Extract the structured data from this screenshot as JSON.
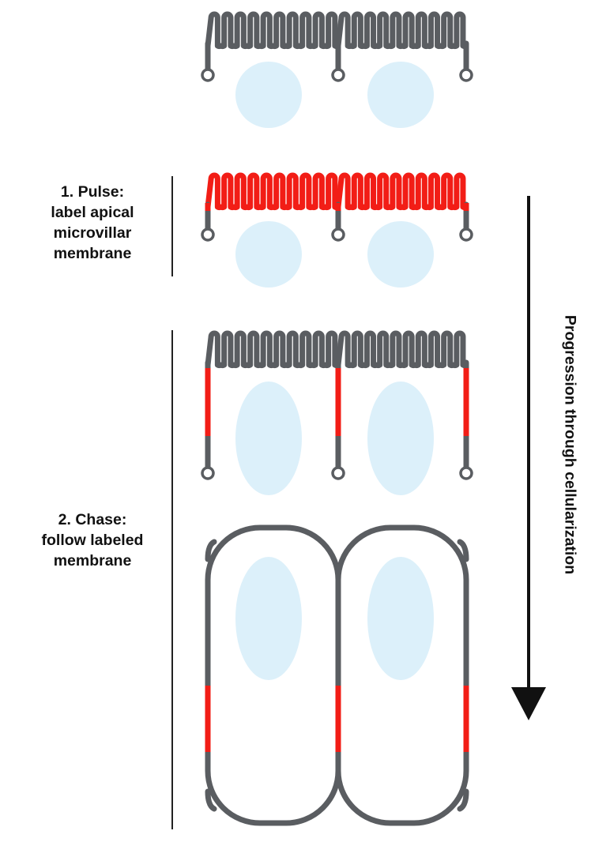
{
  "labels": {
    "pulse": [
      "1. Pulse:",
      "label apical",
      "microvillar",
      "membrane"
    ],
    "chase": [
      "2. Chase:",
      "follow labeled",
      "membrane"
    ],
    "progression": "Progression through cellularization"
  },
  "colors": {
    "membrane": "#5a5d61",
    "label": "#f21d16",
    "nucleus": "#dcf0fa",
    "arrow": "#111111",
    "divider": "#222222"
  },
  "stages": [
    {
      "stage": "before pulse",
      "apical_label": false,
      "lateral_label": false,
      "cell_shape": "microvillar furrows",
      "nucleus_shape": "round"
    },
    {
      "stage": "pulse",
      "apical_label": true,
      "lateral_label": false,
      "cell_shape": "microvillar furrows",
      "nucleus_shape": "round"
    },
    {
      "stage": "chase early",
      "apical_label": false,
      "lateral_label": true,
      "cell_shape": "microvillar furrows",
      "nucleus_shape": "elongated"
    },
    {
      "stage": "chase late",
      "apical_label": false,
      "lateral_label": true,
      "cell_shape": "closed cells",
      "nucleus_shape": "elongated"
    }
  ]
}
